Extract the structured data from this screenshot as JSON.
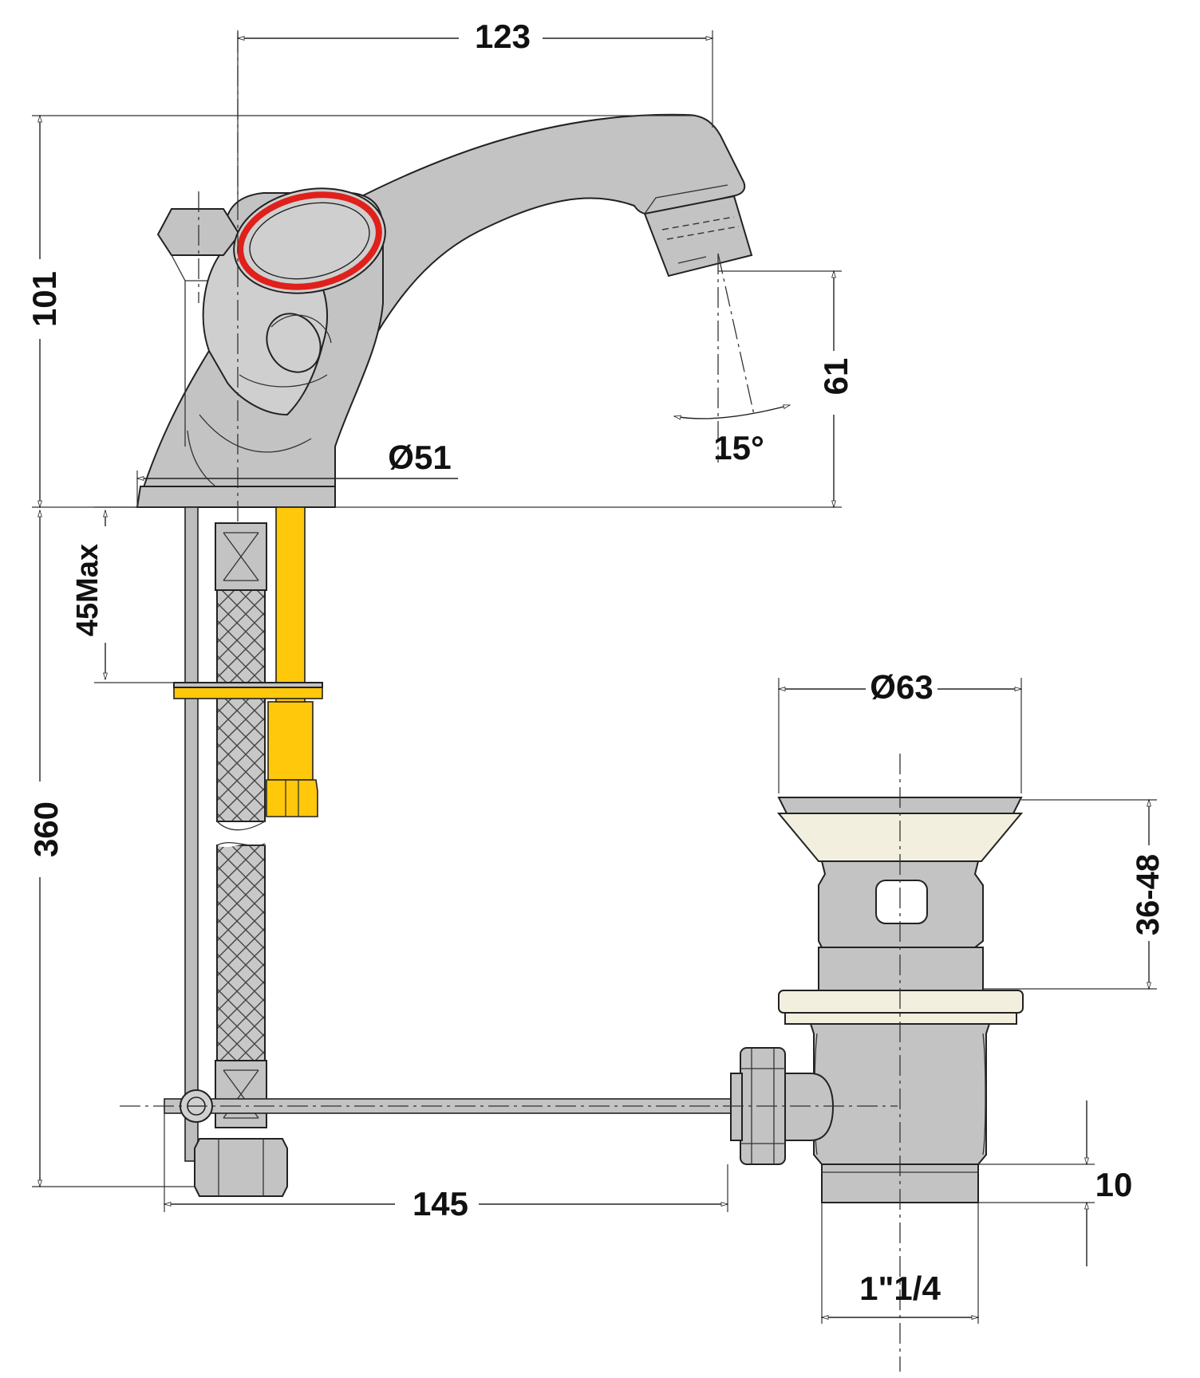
{
  "dimensions": {
    "spout_reach": "123",
    "tap_height": "101",
    "spout_height": "61",
    "spout_angle": "15°",
    "base_diameter": "Ø51",
    "shank_length": "45Max",
    "hose_length": "360",
    "pop_up_rod": "145",
    "waste_diameter": "Ø63",
    "waste_height_range": "36-48",
    "thread_length": "10",
    "thread_size": "1\"1/4"
  },
  "colors": {
    "body": "#c3c3c3",
    "hot_ring": "#e0201b",
    "fitting": "#ffc80a",
    "washer": "#f3efdf"
  }
}
